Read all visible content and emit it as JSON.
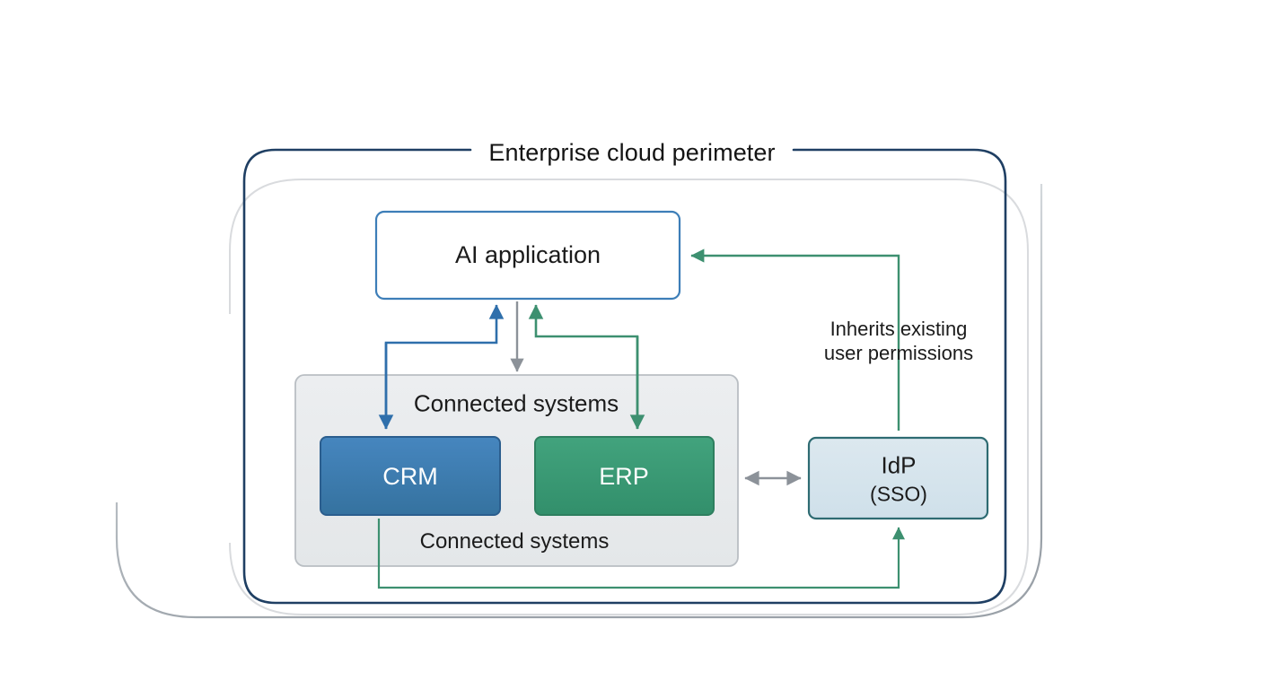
{
  "diagram": {
    "title": "Enterprise cloud perimeter",
    "nodes": {
      "ai_application": {
        "label": "AI application"
      },
      "connected_systems": {
        "title": "Connected systems",
        "footer": "Connected systems"
      },
      "crm": {
        "label": "CRM"
      },
      "erp": {
        "label": "ERP"
      },
      "idp": {
        "label": "IdP",
        "sublabel": "(SSO)"
      }
    },
    "annotations": {
      "inherits_permissions_line1": "Inherits existing",
      "inherits_permissions_line2": "user permissions"
    },
    "colors": {
      "perimeter_border": "#1f3f63",
      "ghost_border": "#b6bcc2",
      "ai_box_border": "#3d7eb8",
      "ai_box_fill": "#ffffff",
      "connected_systems_fill": "#e9ebed",
      "connected_systems_border": "#b9bec3",
      "crm_fill": "#3d7eb8",
      "crm_border": "#2b5e8e",
      "erp_fill": "#3a9b76",
      "erp_border": "#2e7f5f",
      "idp_fill": "#d7e5ed",
      "idp_border": "#2e6b72",
      "arrow_blue": "#2f6fab",
      "arrow_green": "#3d9070",
      "arrow_gray": "#8c9299",
      "text": "#1b1b1b"
    }
  }
}
